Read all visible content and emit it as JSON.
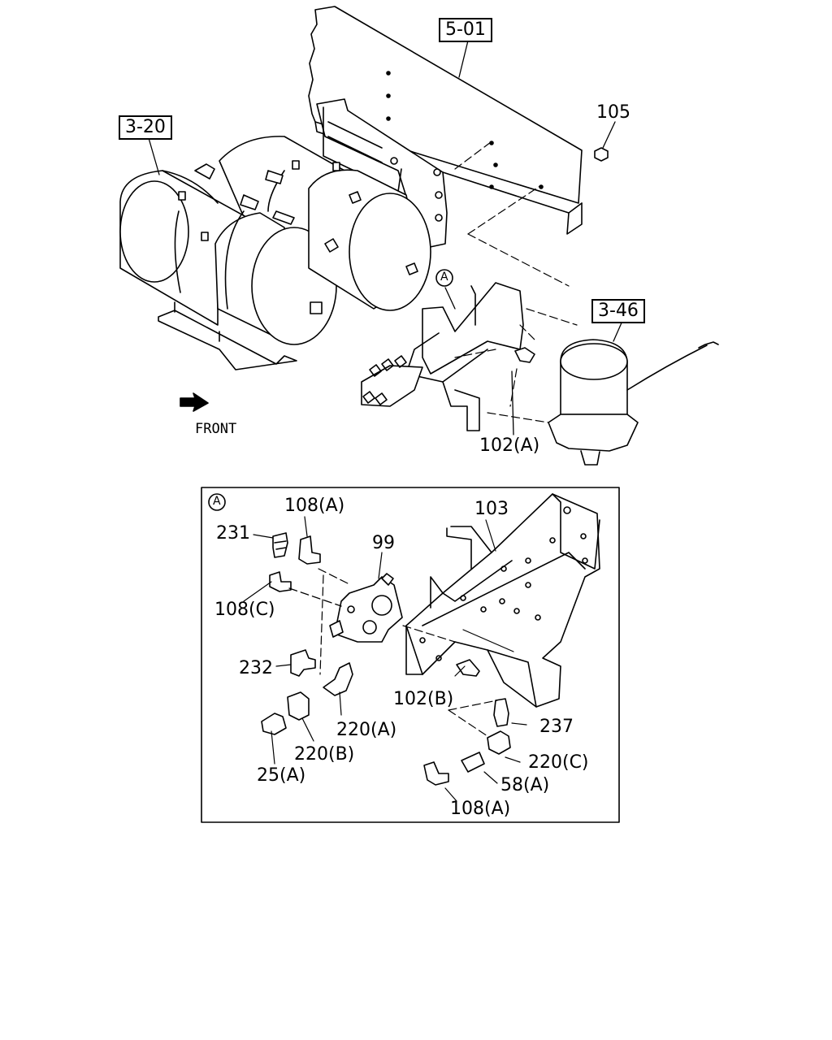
{
  "refs": {
    "r501": "5-01",
    "r320": "3-20",
    "r346": "3-46"
  },
  "front": "FRONT",
  "callout_a": "A",
  "upper": {
    "p105": "105",
    "p102a": "102(A)"
  },
  "detail": {
    "p231": "231",
    "p108a_top": "108(A)",
    "p99": "99",
    "p103": "103",
    "p108c": "108(C)",
    "p232": "232",
    "p102b": "102(B)",
    "p237": "237",
    "p220a": "220(A)",
    "p220b": "220(B)",
    "p220c": "220(C)",
    "p25a": "25(A)",
    "p58a": "58(A)",
    "p108a_bot": "108(A)"
  }
}
